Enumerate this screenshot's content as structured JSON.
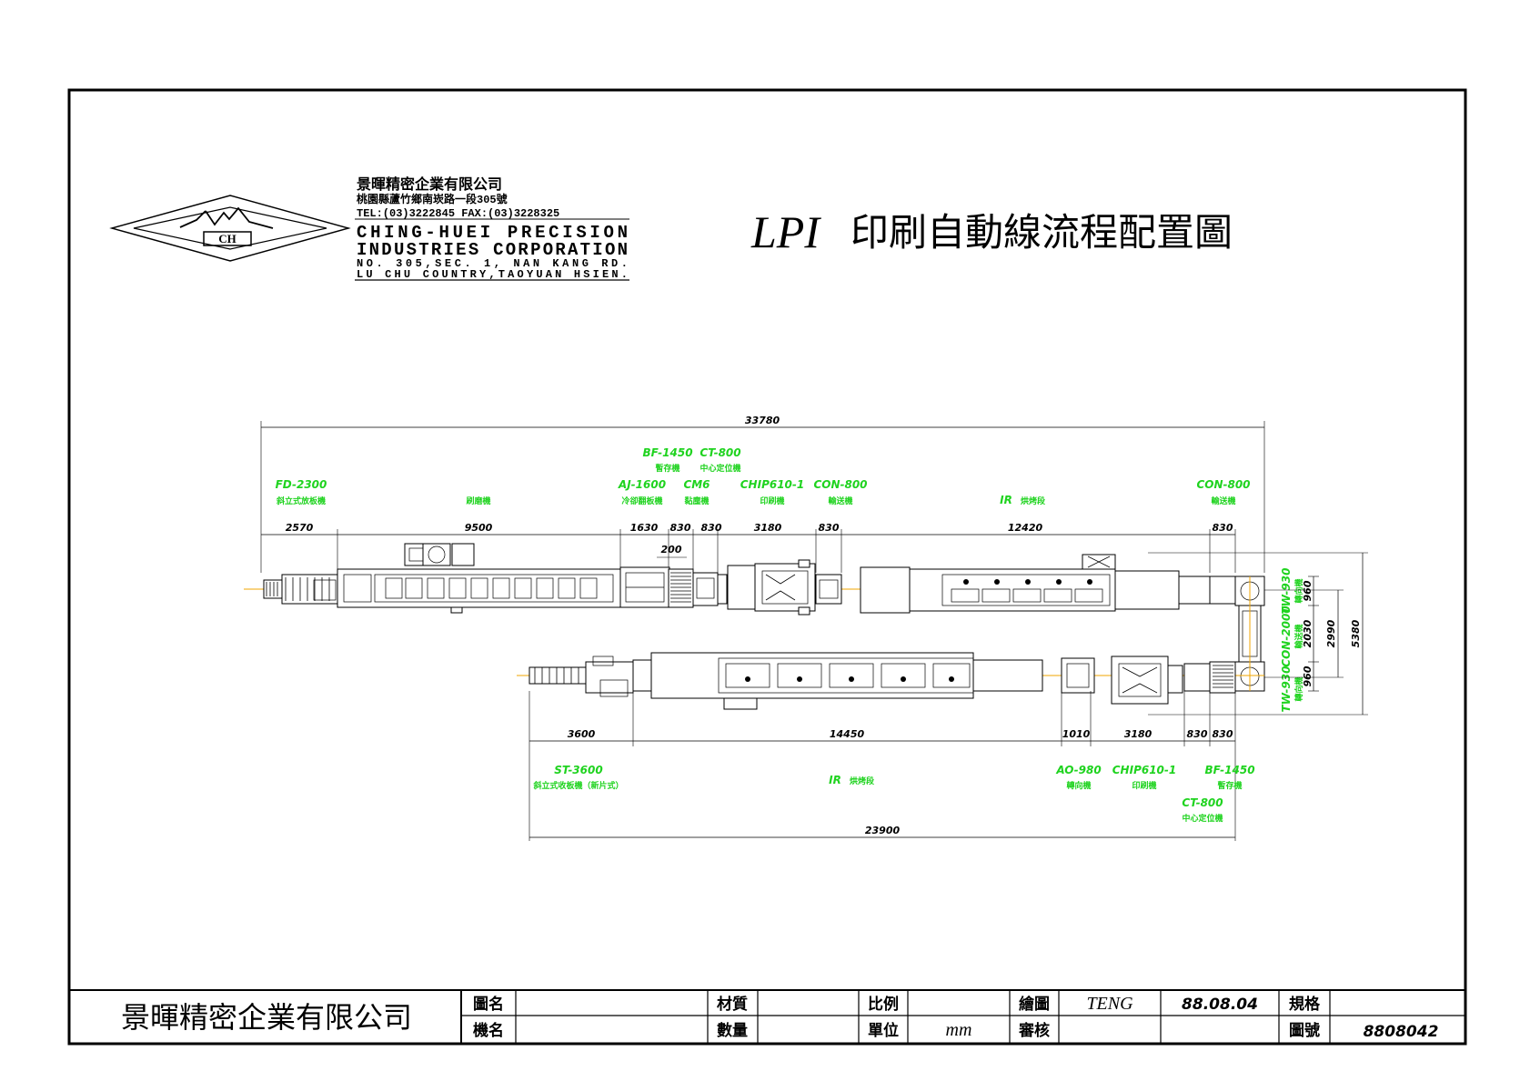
{
  "company": {
    "name_cn": "景暉精密企業有限公司",
    "address_cn": "桃園縣蘆竹鄉南崁路一段305號",
    "phone_fax": "TEL:(03)3222845 FAX:(03)3228325",
    "name_en_1": "CHING-HUEI PRECISION",
    "name_en_2": "INDUSTRIES CORPORATION",
    "address_en_1": "NO. 305,SEC. 1, NAN KANG RD.",
    "address_en_2": "LU CHU COUNTRY,TAOYUAN HSIEN.",
    "logo_text": "CH"
  },
  "drawing_title": {
    "prefix": "LPI",
    "text": "印刷自動線流程配置圖"
  },
  "top_line": {
    "total_dim": "33780",
    "labels": [
      {
        "code": "FD-2300",
        "name": "斜立式放板機"
      },
      {
        "code": "",
        "name": "刷磨機"
      },
      {
        "code": "AJ-1600",
        "name": "冷卻翻板機"
      },
      {
        "code": "BF-1450",
        "name": "暫存機"
      },
      {
        "code": "CT-800",
        "name": "中心定位機"
      },
      {
        "code": "CM6",
        "name": "黏塵機"
      },
      {
        "code": "CHIP610-1",
        "name": "印刷機"
      },
      {
        "code": "CON-800",
        "name": "輸送機"
      },
      {
        "code": "IR",
        "name": "烘烤段"
      },
      {
        "code": "CON-800",
        "name": "輸送機"
      }
    ],
    "dims": [
      "2570",
      "9500",
      "1630",
      "830",
      "830",
      "200",
      "3180",
      "830",
      "12420",
      "830"
    ]
  },
  "right_side": {
    "labels": [
      {
        "code": "TW-930",
        "name": "轉向機"
      },
      {
        "code": "CON-2000",
        "name": "輸送機"
      },
      {
        "code": "TW-930",
        "name": "轉向機"
      }
    ],
    "dims": [
      "960",
      "2030",
      "960",
      "2990",
      "5380"
    ]
  },
  "bottom_line": {
    "total_dim": "23900",
    "labels": [
      {
        "code": "ST-3600",
        "name": "斜立式收板機（新片式）"
      },
      {
        "code": "IR",
        "name": "烘烤段"
      },
      {
        "code": "AO-980",
        "name": "轉向機"
      },
      {
        "code": "CHIP610-1",
        "name": "印刷機"
      },
      {
        "code": "BF-1450",
        "name": "暫存機"
      },
      {
        "code": "CT-800",
        "name": "中心定位機"
      }
    ],
    "dims": [
      "3600",
      "14450",
      "1010",
      "3180",
      "830",
      "830"
    ]
  },
  "title_block": {
    "company": "景暉精密企業有限公司",
    "fields": {
      "drawing_name_label": "圖名",
      "machine_name_label": "機名",
      "material_label": "材質",
      "quantity_label": "數量",
      "scale_label": "比例",
      "unit_label": "單位",
      "unit_value": "mm",
      "drawn_label": "繪圖",
      "drawn_by": "TENG",
      "date": "88.08.04",
      "check_label": "審核",
      "spec_label": "規格",
      "drawing_no_label": "圖號",
      "drawing_no": "8808042"
    }
  },
  "colors": {
    "line": "#000000",
    "label_green": "#1fd31f",
    "centerline": "#f0a500"
  }
}
